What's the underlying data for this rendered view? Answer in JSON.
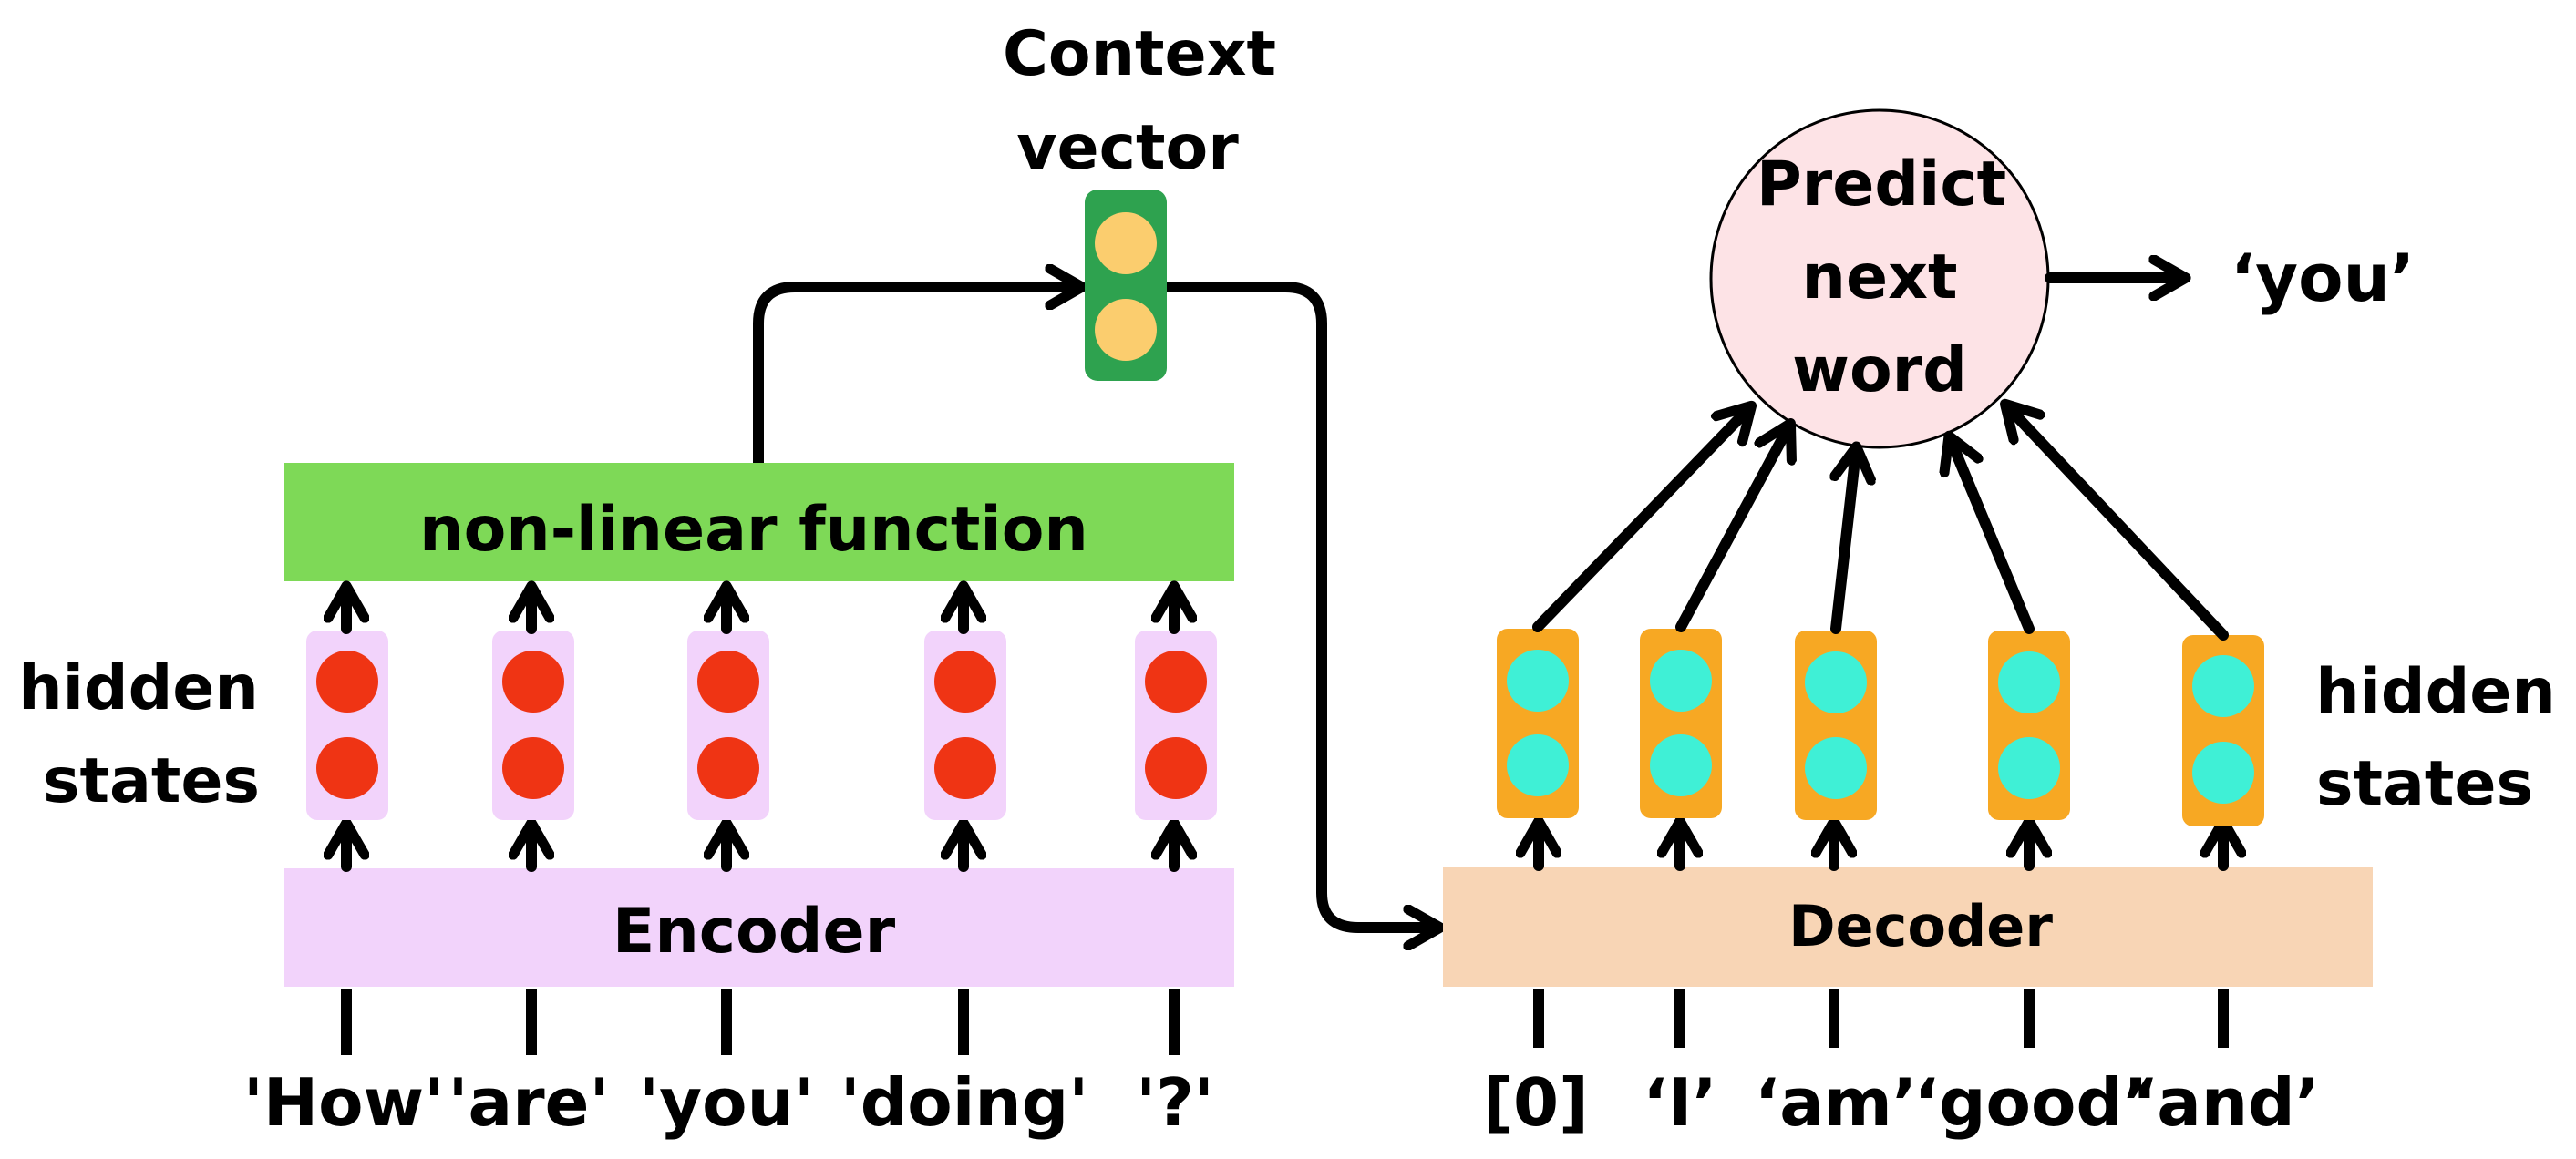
{
  "context_vector": {
    "line1": "Context",
    "line2": "vector"
  },
  "nonlinear": {
    "label": "non-linear function"
  },
  "encoder": {
    "label": "Encoder",
    "inputs": [
      "'How'",
      "'are'",
      "'you'",
      "'doing'",
      "'?'"
    ],
    "hidden_states_label": {
      "line1": "hidden",
      "line2": "states"
    }
  },
  "decoder": {
    "label": "Decoder",
    "inputs": [
      "[0]",
      "‘I’",
      "‘am’",
      "‘good’",
      "‘and’"
    ],
    "hidden_states_label": {
      "line1": "hidden",
      "line2": "states"
    }
  },
  "predict": {
    "line1": "Predict",
    "line2": "next",
    "line3": "word"
  },
  "output": {
    "label": "‘you’"
  },
  "colors": {
    "nonlinear": "#7ed957",
    "encoder_block": "#f2d3fb",
    "encoder_state_bg": "#f2d3fb",
    "encoder_dot": "#ef3414",
    "context_bg": "#2ea24f",
    "context_dot": "#fbcd6e",
    "decoder_block": "#f8d5b5",
    "decoder_state_bg": "#f7a823",
    "decoder_dot": "#3ff0d6",
    "predict_fill": "#fde3e6"
  }
}
